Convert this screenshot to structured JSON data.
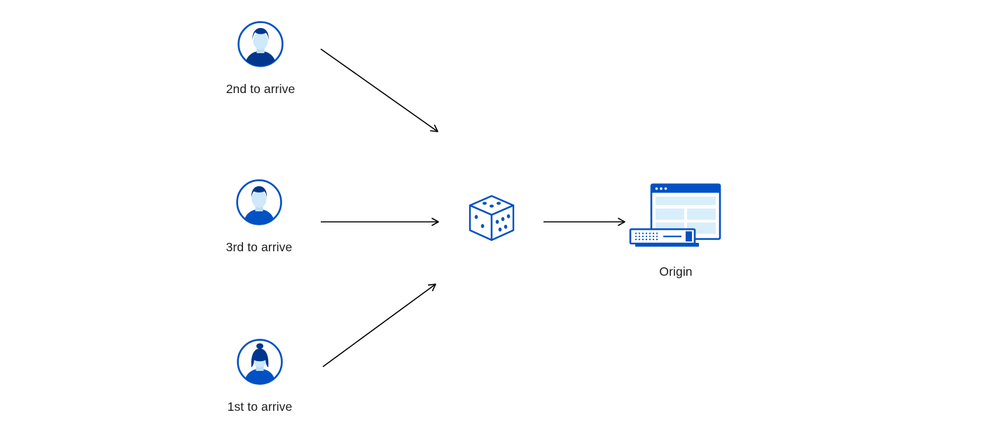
{
  "diagram": {
    "type": "flow-diagram",
    "description": "Three users arriving in sequence are routed through a randomizer (dice) to an origin server",
    "colors": {
      "accent_blue": "#0051c3",
      "dark_navy": "#00368c",
      "light_blue_fill": "#d9eefb",
      "background": "#ffffff",
      "arrow": "#000000",
      "text": "#1b1b1b"
    },
    "nodes": {
      "second": {
        "label": "2nd to arrive",
        "icon": "user-avatar-icon"
      },
      "third": {
        "label": "3rd to arrive",
        "icon": "user-avatar-icon"
      },
      "first": {
        "label": "1st to arrive",
        "icon": "user-avatar-icon"
      },
      "randomizer": {
        "label": "",
        "icon": "dice-icon"
      },
      "origin": {
        "label": "Origin",
        "icon": "origin-server-icon"
      }
    },
    "edges": [
      {
        "from": "second",
        "to": "randomizer"
      },
      {
        "from": "third",
        "to": "randomizer"
      },
      {
        "from": "first",
        "to": "randomizer"
      },
      {
        "from": "randomizer",
        "to": "origin"
      }
    ]
  }
}
